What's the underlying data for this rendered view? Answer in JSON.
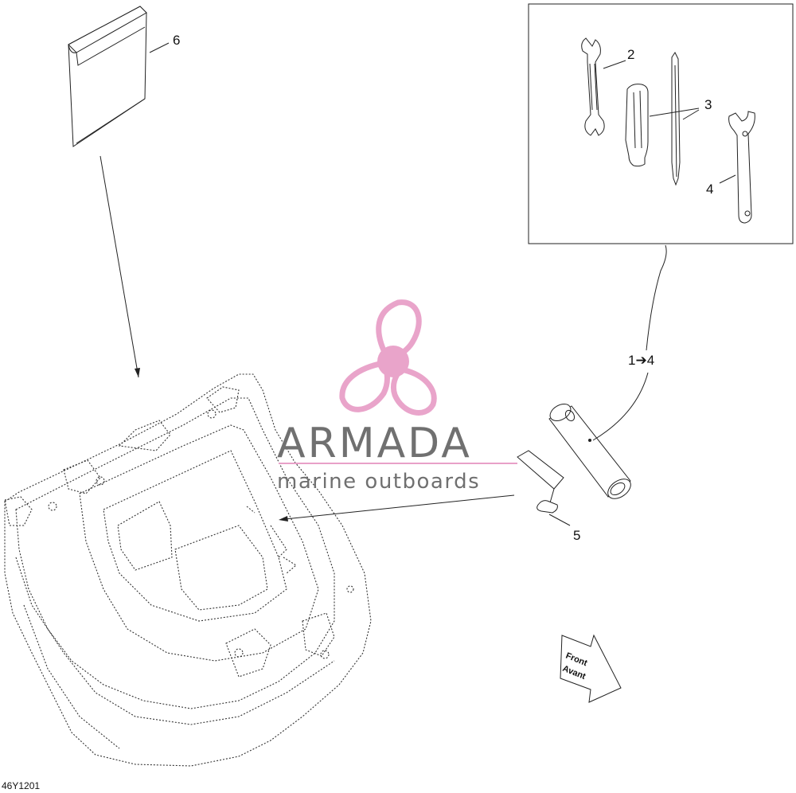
{
  "callouts": {
    "item_1_4": "1➔4",
    "item_2": "2",
    "item_3": "3",
    "item_4": "4",
    "item_5": "5",
    "item_6": "6"
  },
  "direction_arrow": {
    "line1": "Front",
    "line2": "Avant"
  },
  "drawing_code": "46Y1201",
  "watermark": {
    "title": "ARMADA",
    "subtitle": "marine outboards",
    "accent_color": "#e8a0c8",
    "text_color": "#707070"
  }
}
